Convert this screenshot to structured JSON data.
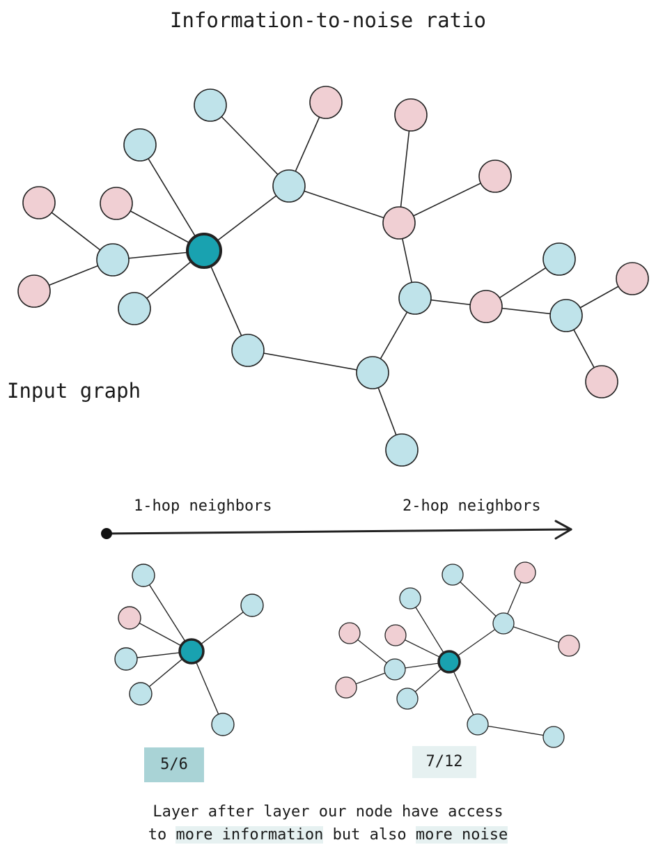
{
  "title": "Information-to-noise ratio",
  "input_label": "Input graph",
  "axis": {
    "left_label": "1-hop neighbors",
    "right_label": "2-hop neighbors"
  },
  "ratios": {
    "one_hop": "5/6",
    "two_hop": "7/12"
  },
  "caption": {
    "line1": "Layer after layer our node have access",
    "line2_start": "to ",
    "line2_info": "more information",
    "line2_mid": " but also ",
    "line2_noise": "more noise"
  },
  "colors": {
    "center": "#19a2b0",
    "information": "#bfe3ea",
    "noise": "#f0cfd3",
    "edge": "#222222",
    "ratio_strong_bg": "#a9d3d6",
    "ratio_light_bg": "#e6f1f1"
  },
  "node_types": [
    "center",
    "information",
    "noise"
  ]
}
